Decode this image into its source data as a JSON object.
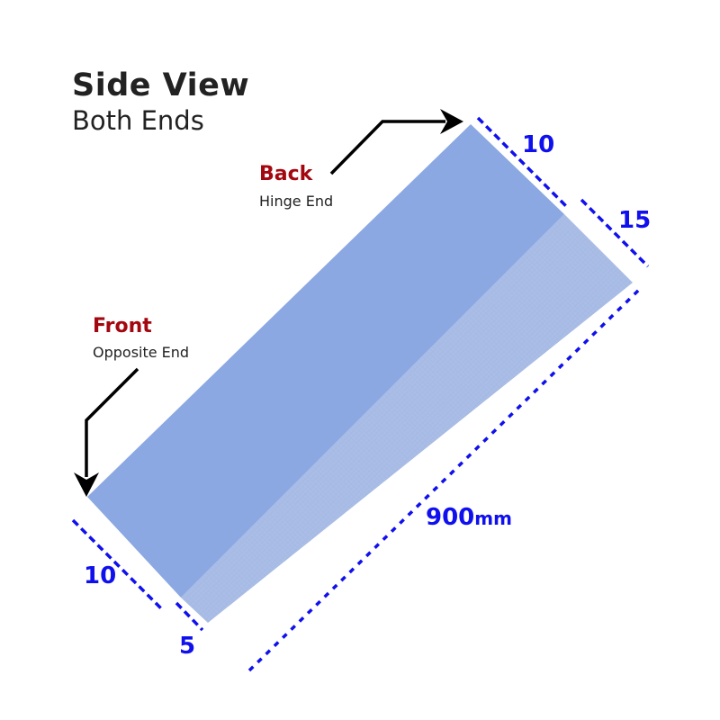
{
  "header": {
    "title": "Side View",
    "subtitle": "Both Ends"
  },
  "labels": {
    "back": {
      "title": "Back",
      "subtitle": "Hinge End"
    },
    "front": {
      "title": "Front",
      "subtitle": "Opposite End"
    }
  },
  "dimensions": {
    "back_top": "10",
    "back_wedge": "15",
    "front_top": "10",
    "front_wedge": "5",
    "length_value": "900",
    "length_unit": "mm"
  },
  "colors": {
    "base_fill": "#8ca8e2",
    "wedge_fill": "#a9bde6",
    "dimension_blue": "#1010ee",
    "label_red": "#a3070f",
    "text_dark": "#222222",
    "arrow": "#000000"
  }
}
